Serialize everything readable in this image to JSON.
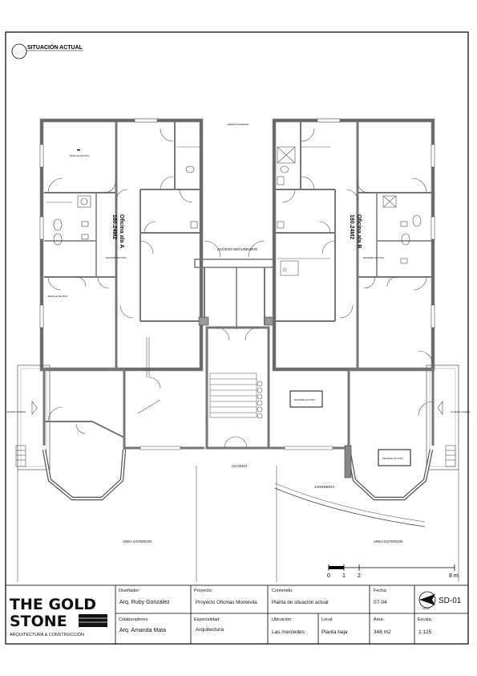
{
  "sheet": {
    "heading": "SITUACIÓN ACTUAL"
  },
  "plan": {
    "office_a_name": "Oficina ala A",
    "office_a_area": "180.24M2",
    "office_b_name": "Oficina ala B",
    "office_b_area": "180.24M2",
    "secondary_access": "ACCESO SECUNDARIO",
    "main_access": "ACCESO",
    "garden": "JARDINERA",
    "exterior_left": "AREA EXTERIOR",
    "exterior_right": "AREA EXTERIOR",
    "small_labels": {
      "a1": "DETALLE DE PISO",
      "a2": "DESNIVEL EN PISO",
      "a3": "DETALLE DE PISO",
      "b1": "DESNIVEL EN PISO",
      "b2": "DESNIVEL EN PISO",
      "b3": "DESNIVEL EN PISO",
      "top": "JARDÍN POSTERIOR",
      "side_left": "ACCESO LATERAL",
      "side_right": "ACCESO LATERAL"
    }
  },
  "scale_bar": {
    "ticks": [
      "0",
      "1",
      "2"
    ],
    "end": "8 m"
  },
  "title_block": {
    "logo_line1": "THE GOLD",
    "logo_line2": "STONE",
    "logo_sub": "ARQUITECTURA & CONSTRUCCIÓN",
    "disenador_label": "Diseñador:",
    "disenador_value": "Arq. Ruby González",
    "proyecto_label": "Proyecto:",
    "proyecto_value": "Proyecto Oficinas Montevila",
    "contenido_label": "Contenido:",
    "contenido_value": "Planta de situación actual",
    "fecha_label": "Fecha:",
    "fecha_value": "07-04",
    "sheet_id": "SD-01",
    "north_label": "NORTE",
    "colaboradores_label": "Colaboradores:",
    "colaboradores_value": "Arq. Amanda Mata",
    "especialidad_label": "Especialidad:",
    "especialidad_value": "Arquitectura",
    "ubicacion_label": "Ubicación:",
    "ubicacion_value": "Las mercedes",
    "local_label": "Local:",
    "local_value": "Planta baja",
    "area_label": "Área:",
    "area_value": "348 m2",
    "escala_label": "Escala:",
    "escala_value": "1:125"
  }
}
